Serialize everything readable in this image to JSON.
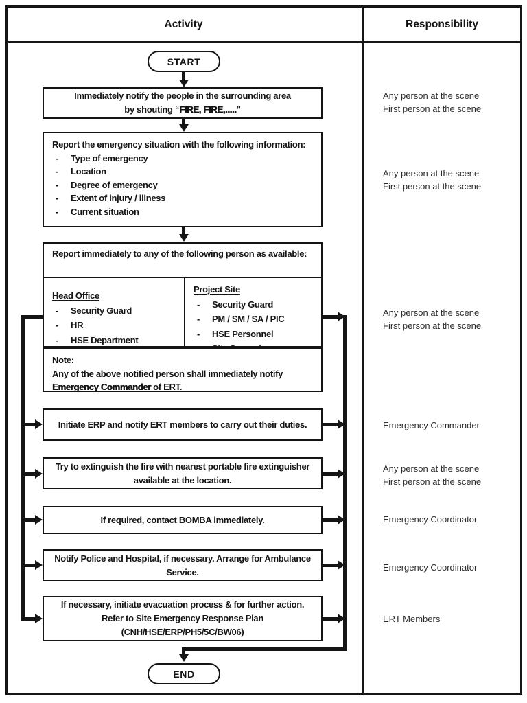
{
  "header": {
    "activity": "Activity",
    "responsibility": "Responsibility"
  },
  "flow": {
    "start": "START",
    "end": "END",
    "dash": "-",
    "box1": {
      "line1": "Immediately notify the people in the surrounding area",
      "line2_pre": "by shouting “",
      "line2_bold": "FIRE, FIRE,.....",
      "line2_post": "”"
    },
    "box2": {
      "intro": "Report the emergency situation with the following information:",
      "items": [
        "Type of emergency",
        "Location",
        "Degree of emergency",
        "Extent of injury / illness",
        "Current situation"
      ]
    },
    "box3": {
      "intro": "Report immediately to any of the following person as available:",
      "head_office": {
        "title": "Head Office",
        "items": [
          "Security Guard",
          "HR",
          "HSE Department"
        ]
      },
      "project_site": {
        "title": "Project Site",
        "items": [
          "Security Guard",
          "PM / SM / SA / PIC",
          "HSE Personnel",
          "Site Supervisor"
        ]
      }
    },
    "note": {
      "label": "Note:",
      "pre": "Any of the above notified person shall immediately notify ",
      "bold": "Emergency Commander",
      "post": " of ERT."
    },
    "box4": "Initiate ERP and notify ERT members to carry out their duties.",
    "box5": "Try to extinguish the fire with nearest portable fire extinguisher available at the location.",
    "box6": "If required, contact BOMBA immediately.",
    "box7": "Notify Police and Hospital, if necessary. Arrange for Ambulance Service.",
    "box8": "If necessary, initiate evacuation process & for further action. Refer to Site Emergency Response Plan (CNH/HSE/ERP/PH5/5C/BW06)"
  },
  "responsibilities": [
    {
      "lines": [
        "Any person at the scene",
        "First person at the scene"
      ]
    },
    {
      "lines": [
        "Any person at the scene",
        "First person at the scene"
      ]
    },
    {
      "lines": [
        "Any person at the scene",
        "First person at the scene"
      ]
    },
    {
      "lines": [
        "Emergency Commander"
      ]
    },
    {
      "lines": [
        "Any person at the scene",
        "First person at the scene"
      ]
    },
    {
      "lines": [
        "Emergency Coordinator"
      ]
    },
    {
      "lines": [
        "Emergency Coordinator"
      ]
    },
    {
      "lines": [
        "ERT Members"
      ]
    }
  ],
  "colors": {
    "ink": "#151515",
    "paper": "#ffffff"
  }
}
